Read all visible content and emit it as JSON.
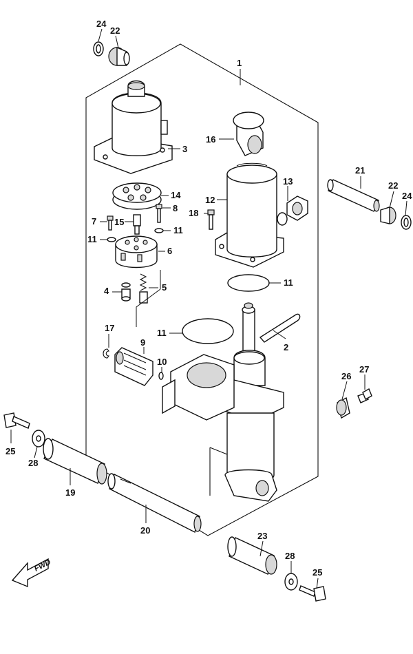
{
  "diagram": {
    "callouts": [
      "1",
      "2",
      "3",
      "4",
      "5",
      "6",
      "7",
      "8",
      "9",
      "10",
      "11",
      "12",
      "13",
      "14",
      "15",
      "16",
      "17",
      "18",
      "19",
      "20",
      "21",
      "22",
      "23",
      "24",
      "25",
      "26",
      "27",
      "28"
    ],
    "fwd_label": "FWD"
  }
}
